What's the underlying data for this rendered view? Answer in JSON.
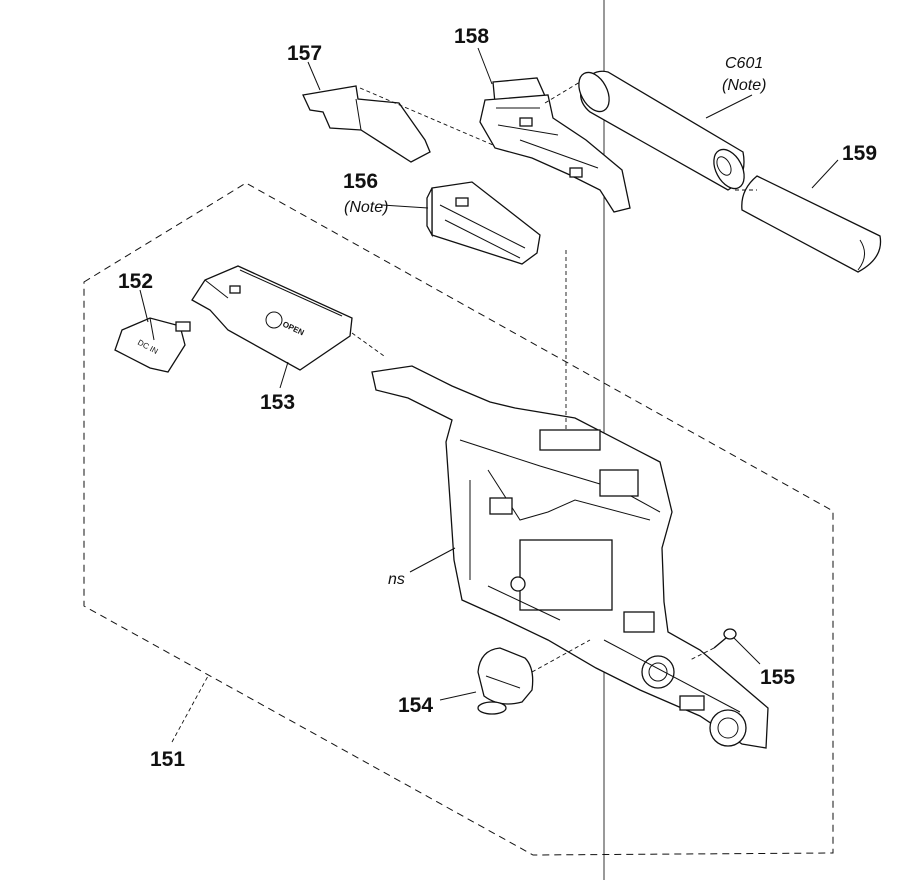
{
  "labels": {
    "p151": "151",
    "p152": "152",
    "p153": "153",
    "p154": "154",
    "p155": "155",
    "p156": "156",
    "p156_note": "(Note)",
    "p157": "157",
    "p158": "158",
    "p159": "159",
    "c601": "C601",
    "c601_note": "(Note)",
    "ns": "ns"
  },
  "part_marks": {
    "dc_in": "DC IN",
    "open": "OPEN"
  }
}
